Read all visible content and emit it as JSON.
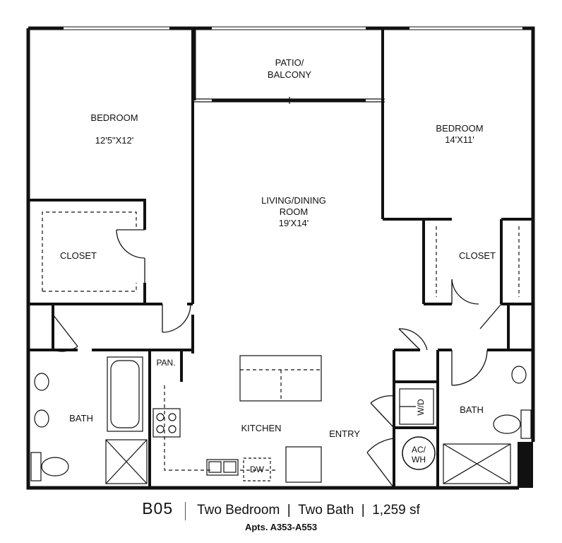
{
  "rooms": {
    "patio_line1": "PATIO/",
    "patio_line2": "BALCONY",
    "bedroom_left_name": "BEDROOM",
    "bedroom_left_size": "12'5\"X12'",
    "bedroom_right_name": "BEDROOM",
    "bedroom_right_size": "14'X11'",
    "living_line1": "LIVING/DINING",
    "living_line2": "ROOM",
    "living_size": "19'X14'",
    "closet_left": "CLOSET",
    "closet_right": "CLOSET",
    "bath_left": "BATH",
    "bath_right": "BATH",
    "pantry": "PAN.",
    "kitchen": "KITCHEN",
    "dishwasher": "DW",
    "entry": "ENTRY",
    "washer_dryer": "W/D",
    "ac_line1": "AC/",
    "ac_line2": "WH"
  },
  "unit": {
    "code": "B05",
    "bedrooms": "Two Bedroom",
    "baths": "Two Bath",
    "area": "1,259 sf",
    "separator": "|",
    "apartments": "Apts. A353-A553"
  }
}
